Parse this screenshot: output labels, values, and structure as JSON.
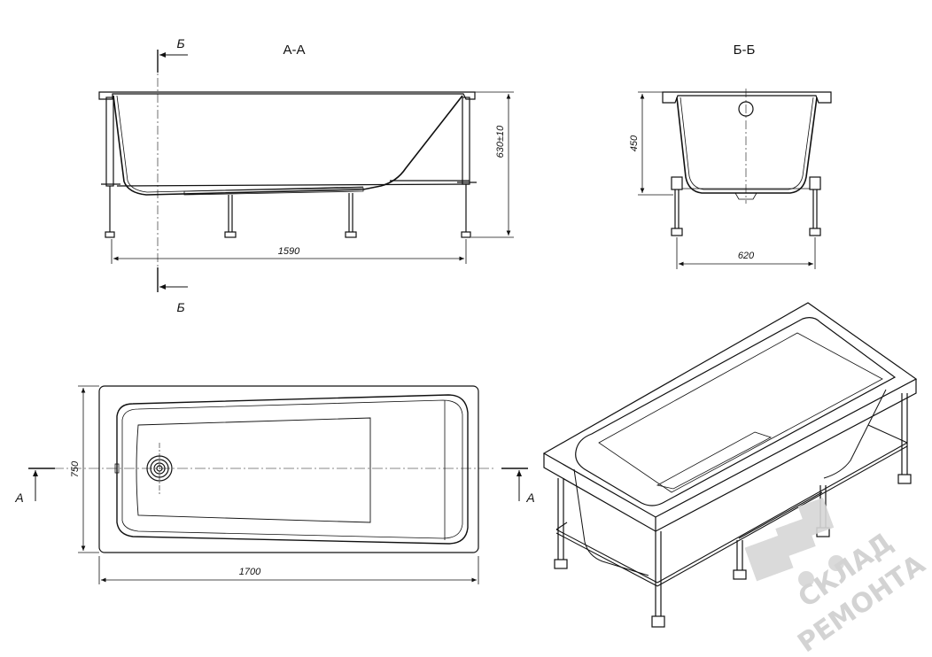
{
  "sections": {
    "aa_title": "А-А",
    "bb_title": "Б-Б"
  },
  "markers": {
    "b_top": "Б",
    "b_bottom": "Б",
    "a_left": "A",
    "a_right": "A"
  },
  "dimensions": {
    "side_length": "1590",
    "side_height": "630±10",
    "front_height": "450",
    "front_width": "620",
    "plan_width": "750",
    "plan_length": "1700"
  },
  "watermark": {
    "line1": "СКЛАД",
    "line2": "РЕМОНТА"
  }
}
